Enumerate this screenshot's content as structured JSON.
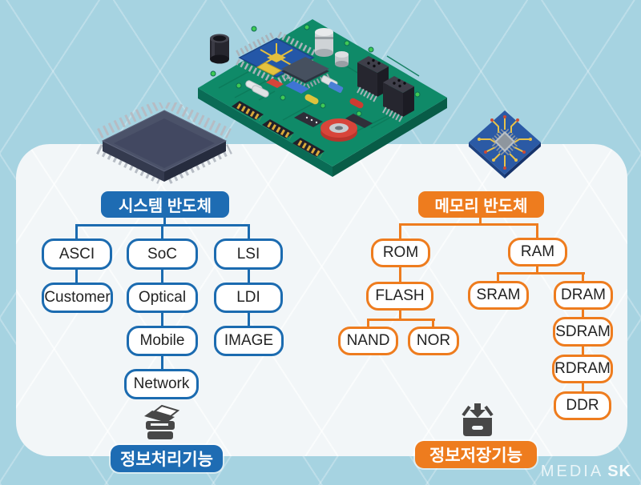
{
  "canvas": {
    "background": "#a6d3e1",
    "panel_background": "#f2f6f8"
  },
  "system": {
    "accent": "#1e6cb3",
    "title": "시스템 반도체",
    "caption": "정보처리기능",
    "caption_icon": "printer-icon",
    "branches": [
      {
        "root": "ASCI",
        "children": [
          "Customer"
        ]
      },
      {
        "root": "SoC",
        "children": [
          "Optical",
          "Mobile",
          "Network"
        ]
      },
      {
        "root": "LSI",
        "children": [
          "LDI",
          "IMAGE"
        ]
      }
    ]
  },
  "memory": {
    "accent": "#ee7c1e",
    "title": "메모리 반도체",
    "caption": "정보저장기능",
    "caption_icon": "archive-download-icon",
    "rom_branch": {
      "root": "ROM",
      "child": "FLASH",
      "leaves": [
        "NAND",
        "NOR"
      ]
    },
    "ram_branch": {
      "root": "RAM",
      "children": [
        "SRAM",
        "DRAM"
      ],
      "dram_chain": [
        "SDRAM",
        "RDRAM",
        "DDR"
      ]
    }
  },
  "watermark": {
    "media": "MEDIA",
    "sk": "SK"
  }
}
